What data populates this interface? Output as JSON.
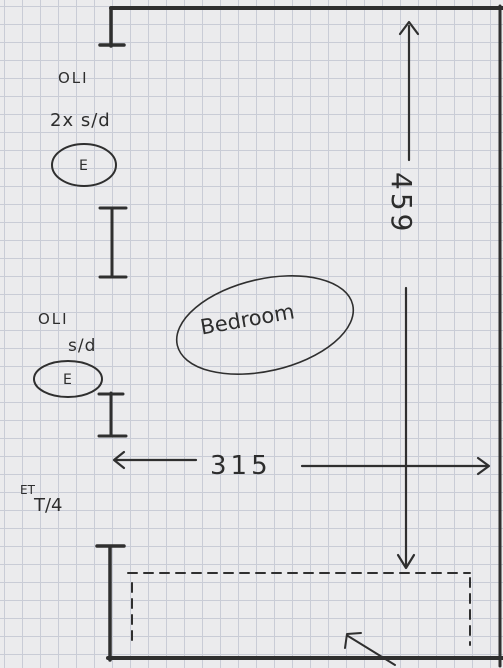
{
  "plan": {
    "room_label": "Bedroom",
    "width_dimension": "315",
    "height_dimension": "459",
    "outlets": [
      {
        "type_label": "OLI",
        "socket_label": "2x s/d",
        "symbol_label": "E"
      },
      {
        "type_label": "OLI",
        "socket_label": "s/d",
        "symbol_label": "E"
      }
    ],
    "phone_point_label": "T/4",
    "phone_point_mark": "ET"
  },
  "colors": {
    "paper": "#ebebed",
    "grid": "#c9ccd6",
    "pencil": "#2f2f2f"
  }
}
